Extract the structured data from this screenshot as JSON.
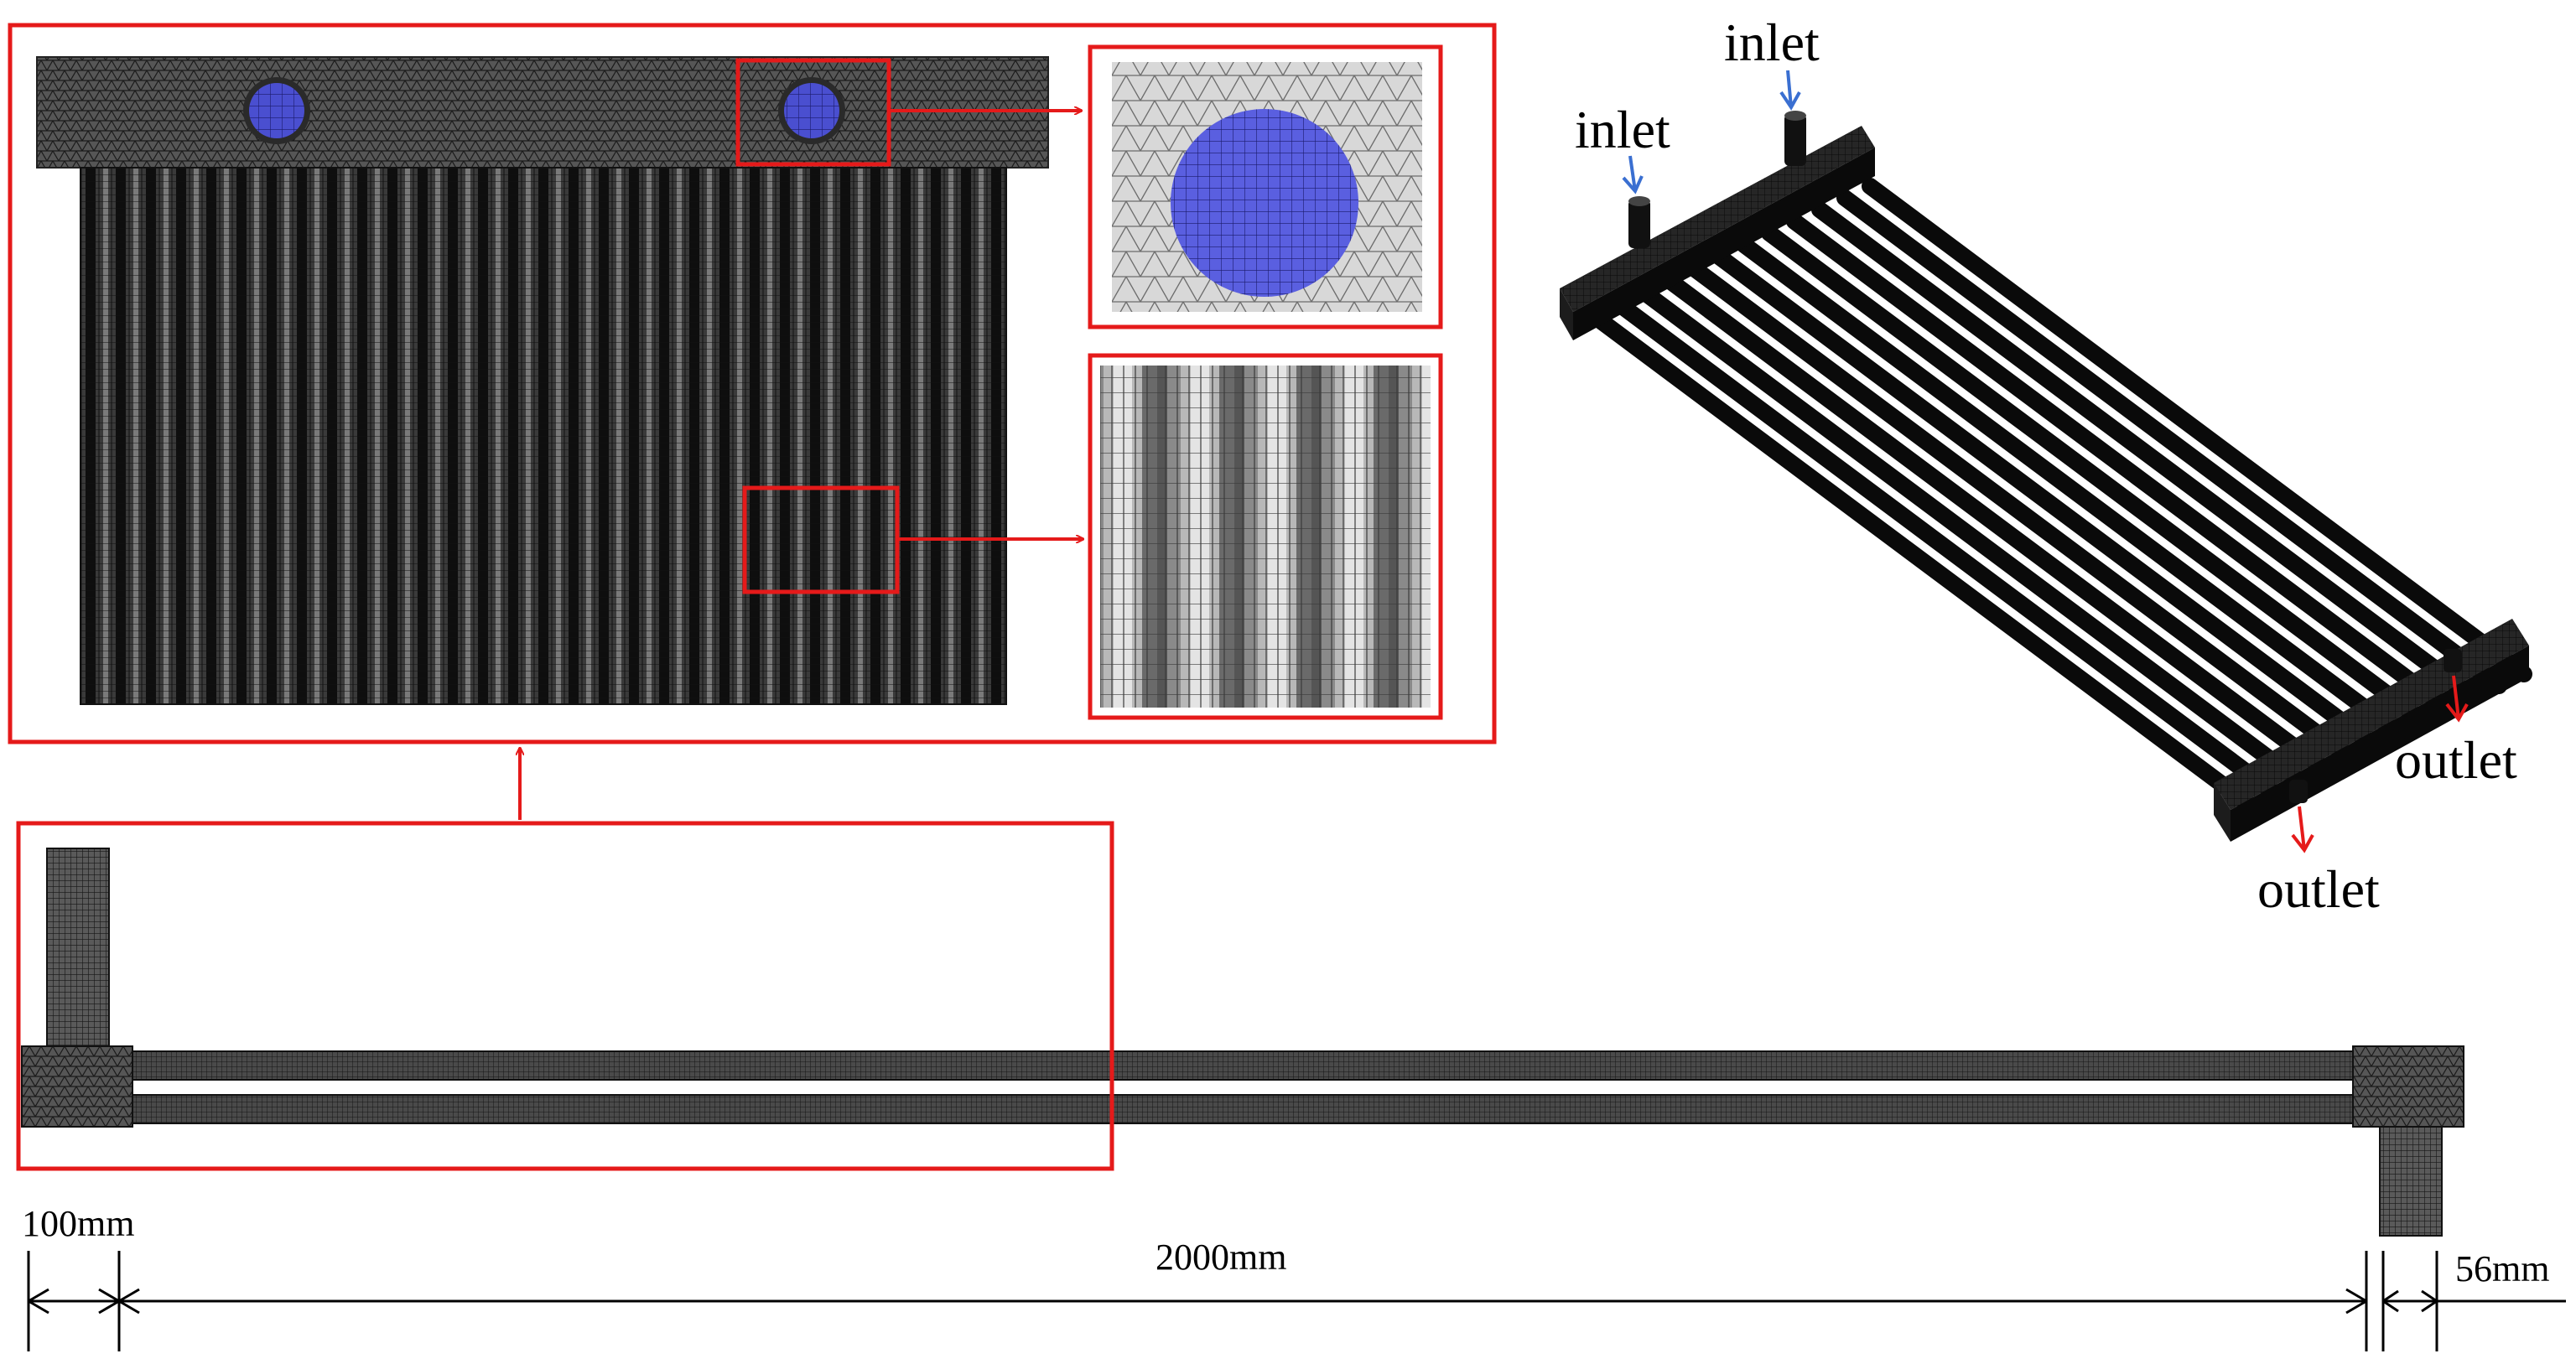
{
  "labels": {
    "inlet_left": "inlet",
    "inlet_right": "inlet",
    "outlet_right": "outlet",
    "outlet_bottom": "outlet"
  },
  "dimensions": {
    "left": "100mm",
    "middle": "2000mm",
    "right": "56mm"
  },
  "colors": {
    "highlight_box": "#e51a1a",
    "inlet_arrow": "#3a6fd1",
    "outlet_arrow": "#e51a1a",
    "pipe_section": "#4a4fd0",
    "mesh_dark": "#202020"
  }
}
